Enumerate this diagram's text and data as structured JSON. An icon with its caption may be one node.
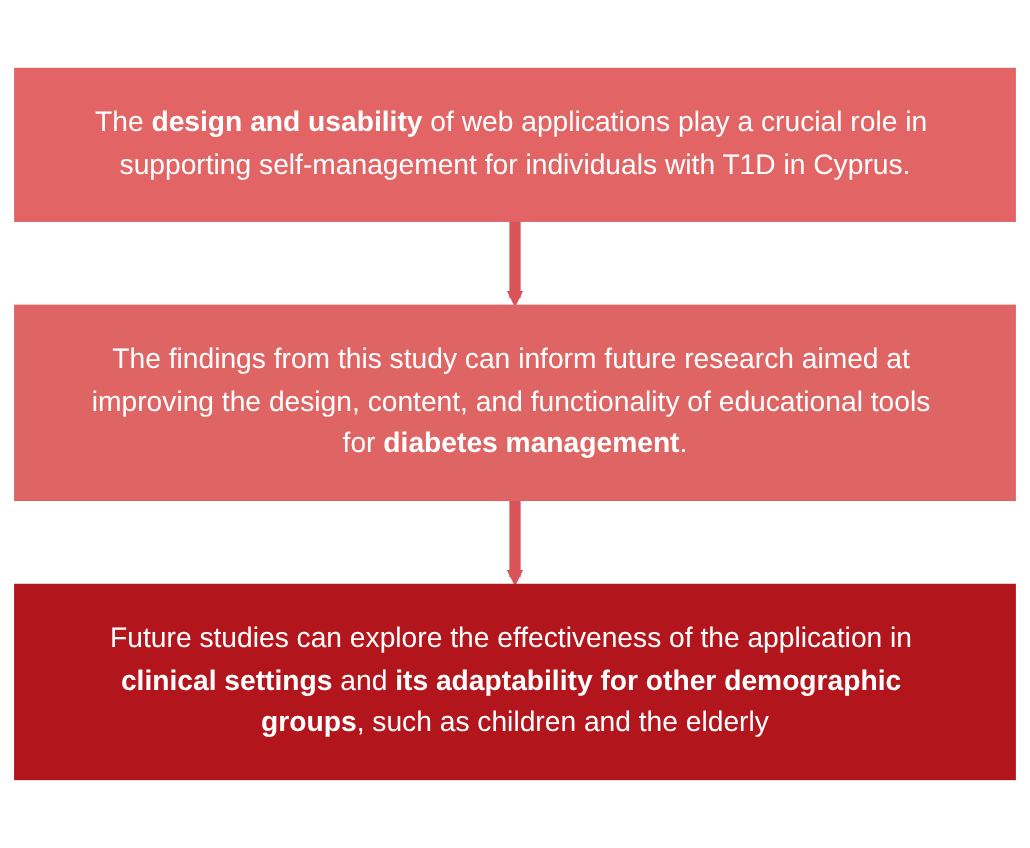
{
  "diagram": {
    "nodes": [
      {
        "text": [
          "The **design and usability** of web applications play a crucial role in supporting self-management for individuals with T1D in Cyprus."
        ]
      },
      {
        "text": [
          "The findings from this study can inform future research aimed at improving the design, content, and functionality of educational tools for **diabetes management**."
        ]
      },
      {
        "text": [
          "Future studies can explore the effectiveness of the application in **clinical settings** and **its adaptability for other demographic groups**, such as children and the elderly"
        ]
      }
    ],
    "edges": [
      {
        "from": 0,
        "to": 1,
        "arrow": "to"
      },
      {
        "from": 1,
        "to": 2,
        "arrow": "to"
      }
    ]
  }
}
